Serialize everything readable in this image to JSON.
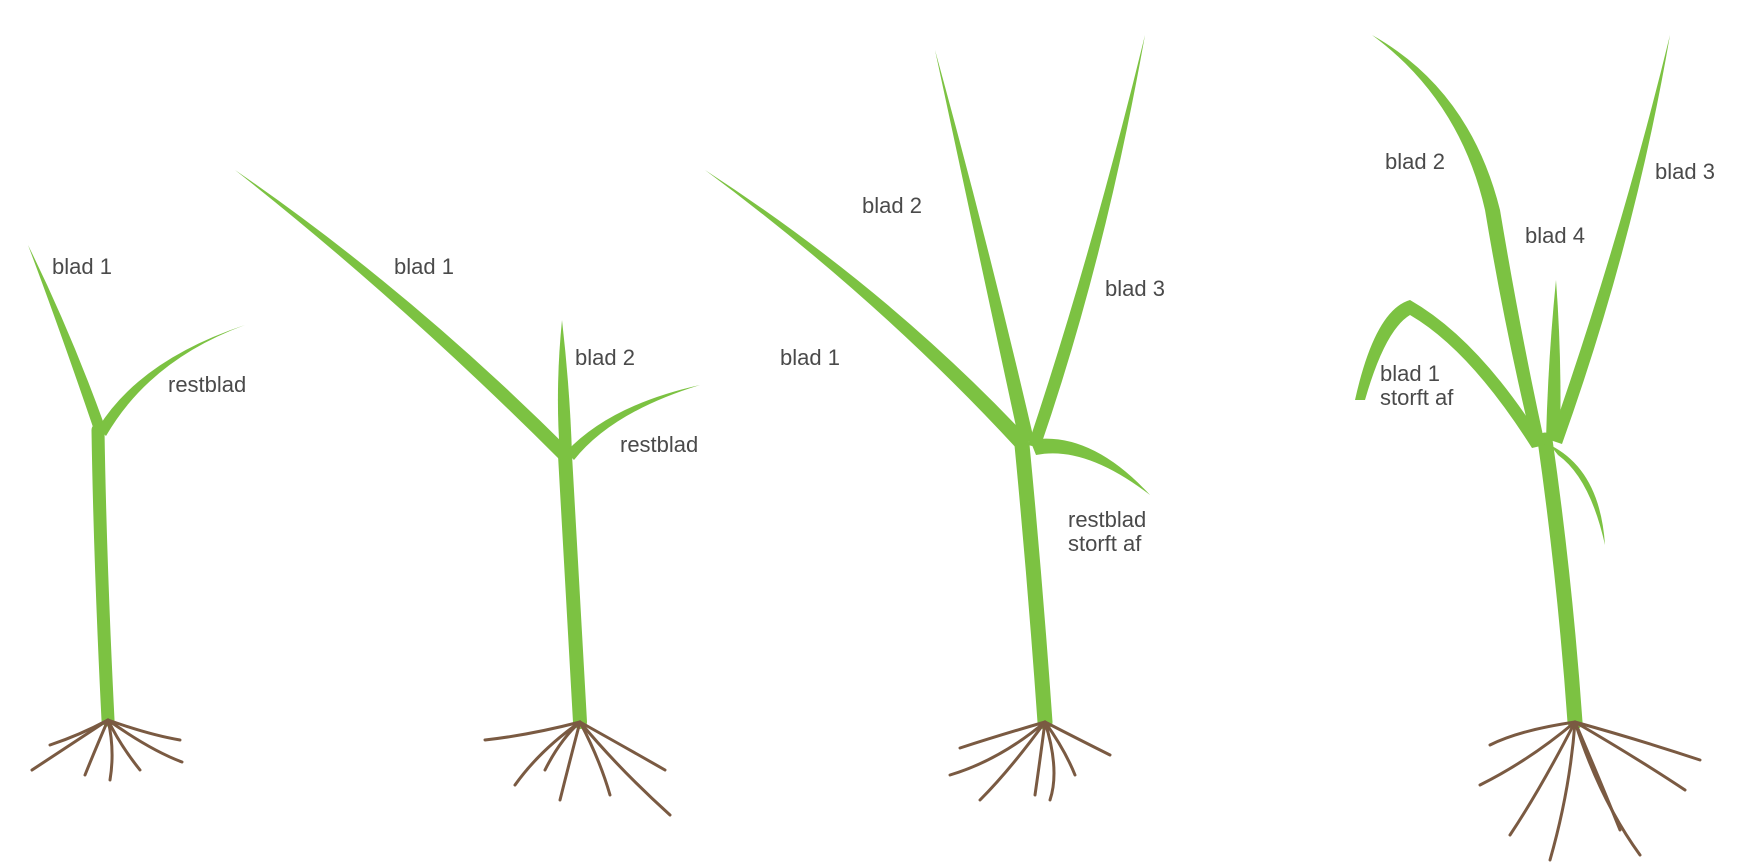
{
  "stage1": {
    "label_blad1": "blad 1",
    "label_restblad": "restblad"
  },
  "stage2": {
    "label_blad1": "blad 1",
    "label_blad2": "blad 2",
    "label_restblad": "restblad"
  },
  "stage3": {
    "label_blad1": "blad 1",
    "label_blad2": "blad 2",
    "label_blad3": "blad 3",
    "label_restblad": "restblad\nstorft af"
  },
  "stage4": {
    "label_blad1": "blad 1\nstorft af",
    "label_blad2": "blad 2",
    "label_blad3": "blad 3",
    "label_blad4": "blad 4"
  },
  "colors": {
    "plant": "#7cc242",
    "root": "#7a5a42",
    "text": "#4a4a4a"
  }
}
